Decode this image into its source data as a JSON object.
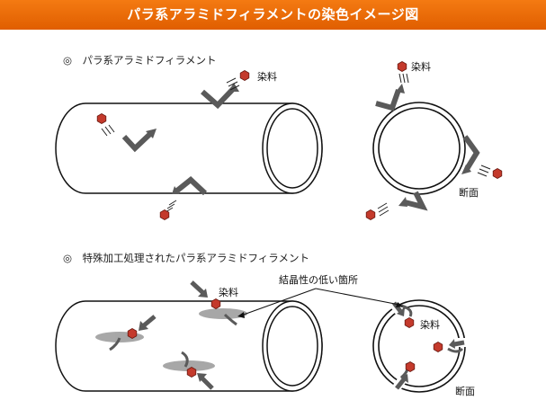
{
  "header": {
    "title": "パラ系アラミドフィラメントの染色イメージ図"
  },
  "section1": {
    "heading": "◎　パラ系アラミドフィラメント",
    "dye_label": "染料",
    "dye_label_cross": "染料",
    "cross_section_label": "断面"
  },
  "section2": {
    "heading": "◎　特殊加工処理されたパラ系アラミドフィラメント",
    "dye_label": "染料",
    "low_crystallinity_label": "結晶性の低い箇所",
    "dye_label_cross": "染料",
    "cross_section_label": "断面"
  },
  "colors": {
    "banner": "#f06a0a",
    "dye": "#c43a2c",
    "arrow": "#5a5a5a",
    "zone": "#9e9e9e"
  },
  "icons": {
    "dye_molecule": "hexagon-icon",
    "blocked_arrow": "bent-arrow-icon",
    "entering_arrow": "arrow-icon"
  }
}
